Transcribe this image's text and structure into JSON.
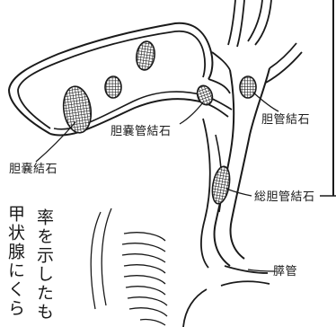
{
  "figure": {
    "labels": {
      "gallbladder_stone": "胆嚢結石",
      "cystic_duct_stone": "胆嚢管結石",
      "bile_duct_stone": "胆管結石",
      "common_bile_duct_stone": "総胆管結石",
      "pancreatic_duct": "膵管"
    }
  },
  "background_text": {
    "column_1": "率を示したも",
    "column_2": "甲状腺にくら"
  },
  "colors": {
    "line": "#1a1a1a",
    "background": "#ffffff"
  }
}
